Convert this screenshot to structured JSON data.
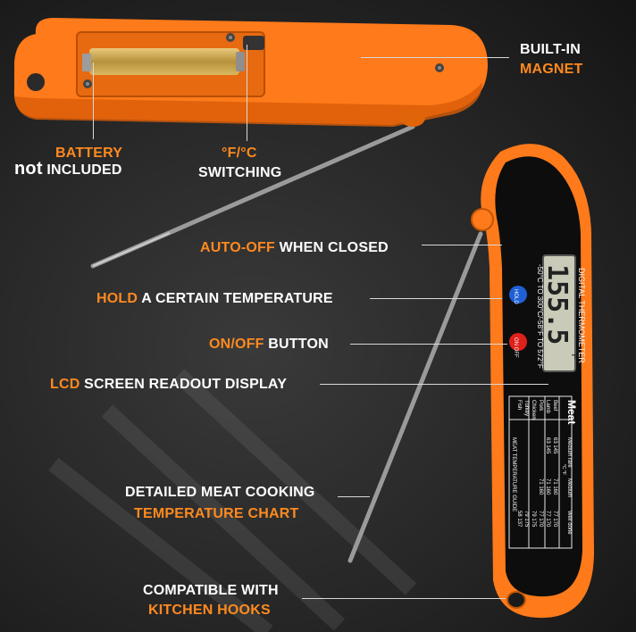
{
  "colors": {
    "accent": "#ff8a1f",
    "body": "#ff7a1a",
    "text": "#ffffff"
  },
  "labels": {
    "magnet": {
      "line1": "BUILT-IN",
      "line2": "MAGNET"
    },
    "battery": {
      "line1": "BATTERY",
      "not": "not",
      "included": "INCLUDED"
    },
    "switching": {
      "line1": "°F/°C",
      "line2": "SWITCHING"
    },
    "auto_off": {
      "highlight": "AUTO-OFF",
      "rest": "WHEN CLOSED"
    },
    "hold": {
      "highlight": "HOLD",
      "rest": "A CERTAIN TEMPERATURE"
    },
    "onoff": {
      "highlight": "ON/OFF",
      "rest": "BUTTON"
    },
    "lcd": {
      "highlight": "LCD",
      "rest": "SCREEN READOUT DISPLAY"
    },
    "chart": {
      "line1": "DETAILED MEAT COOKING",
      "line2": "TEMPERATURE CHART"
    },
    "hooks": {
      "line1": "COMPATIBLE WITH",
      "line2": "KITCHEN HOOKS"
    }
  },
  "device": {
    "title": "DIGITAL THERMOMETER",
    "range": "-50°C TO 300°C/-58°F TO 572°F",
    "display_value": "155.5",
    "display_unit": "°F",
    "hold_button": "HOLD",
    "onoff_button": "ON\nOFF",
    "table": {
      "header": [
        "Meat",
        "Medium rare",
        "Medium",
        "Well done"
      ],
      "unit_row": [
        "",
        "°C  °F",
        "°C  °F",
        "°C  °F"
      ],
      "rows": [
        [
          "Beef",
          "63 145",
          "71 160",
          "77 170"
        ],
        [
          "Lamb",
          "63 145",
          "71 160",
          "77 170"
        ],
        [
          "Pork",
          "",
          "71 160",
          "77 170"
        ],
        [
          "Chicken",
          "",
          "",
          "79 175"
        ],
        [
          "Turkey",
          "",
          "",
          "79 175"
        ],
        [
          "Fish",
          "",
          "",
          "58 137"
        ]
      ],
      "guide": "MEAT TEMPERATURE GUIDE"
    }
  }
}
